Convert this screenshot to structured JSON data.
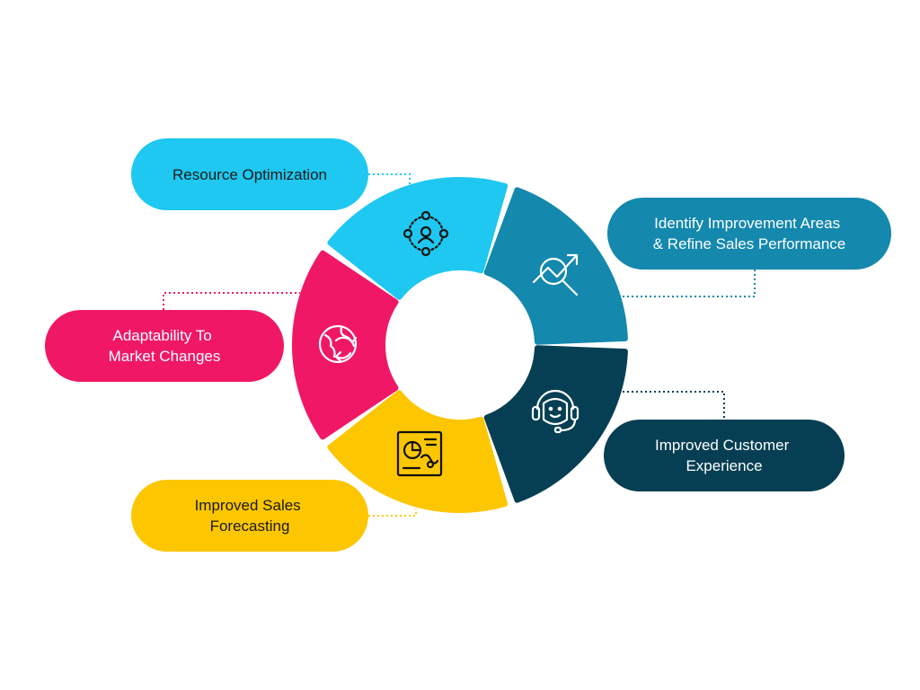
{
  "diagram": {
    "segments": [
      {
        "id": "resource",
        "color": "#1ec8f0",
        "icon": "people-network-icon"
      },
      {
        "id": "identify",
        "color": "#1488ad",
        "icon": "trend-magnifier-icon"
      },
      {
        "id": "customer",
        "color": "#063f53",
        "icon": "headset-icon"
      },
      {
        "id": "forecast",
        "color": "#fcc600",
        "icon": "analytics-board-icon"
      },
      {
        "id": "adapt",
        "color": "#f01866",
        "icon": "globe-arrows-icon"
      }
    ],
    "labels": {
      "resource": {
        "lines": [
          "Resource Optimization"
        ],
        "color": "#1ec8f0",
        "text_color": "#1a1a1a"
      },
      "identify": {
        "lines": [
          "Identify Improvement Areas",
          "& Refine Sales Performance"
        ],
        "color": "#1488ad",
        "text_color": "#ffffff"
      },
      "customer": {
        "lines": [
          "Improved Customer",
          "Experience"
        ],
        "color": "#063f53",
        "text_color": "#ffffff"
      },
      "forecast": {
        "lines": [
          "Improved Sales",
          "Forecasting"
        ],
        "color": "#fcc600",
        "text_color": "#1a1a1a"
      },
      "adapt": {
        "lines": [
          "Adaptability To",
          "Market Changes"
        ],
        "color": "#f01866",
        "text_color": "#ffffff"
      }
    }
  }
}
